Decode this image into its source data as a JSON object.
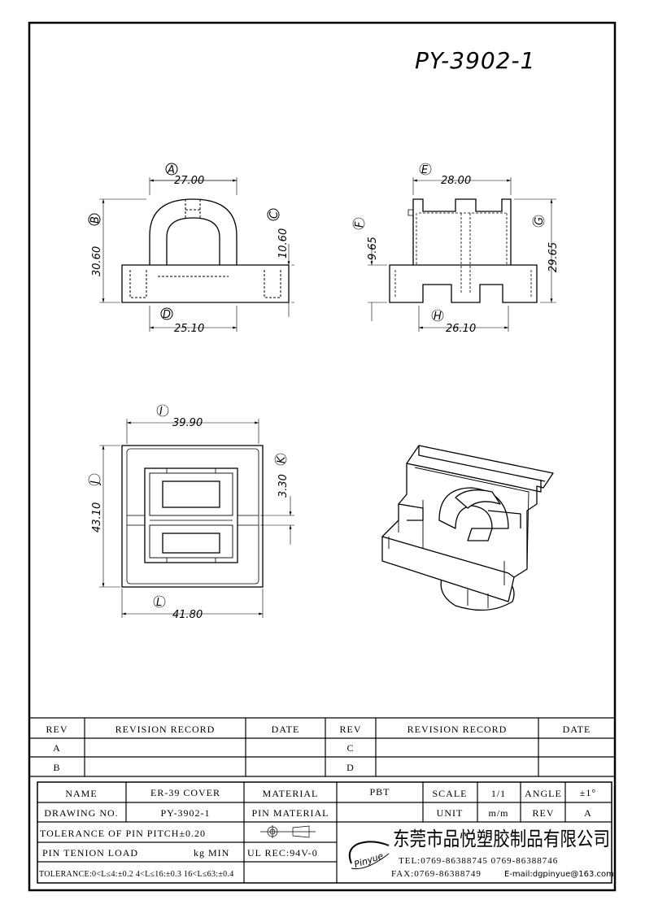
{
  "drawing_title": "PY-3902-1",
  "front_view": {
    "A": {
      "label": "A",
      "value": "27.00"
    },
    "B": {
      "label": "B",
      "value": "30.60"
    },
    "C": {
      "label": "C",
      "value": "10.60"
    },
    "D": {
      "label": "D",
      "value": "25.10"
    }
  },
  "side_view": {
    "E": {
      "label": "E",
      "value": "28.00"
    },
    "F": {
      "label": "F",
      "value": "9.65"
    },
    "G": {
      "label": "G",
      "value": "29.65"
    },
    "H": {
      "label": "H",
      "value": "26.10"
    }
  },
  "top_view": {
    "I": {
      "label": "I",
      "value": "39.90"
    },
    "J": {
      "label": "J",
      "value": "43.10"
    },
    "K": {
      "label": "K",
      "value": "3.30"
    },
    "L": {
      "label": "L",
      "value": "41.80"
    }
  },
  "revision_table": {
    "headers": [
      "REV",
      "REVISION RECORD",
      "DATE",
      "REV",
      "REVISION RECORD",
      "DATE"
    ],
    "rows": [
      [
        "A",
        "",
        "",
        "C",
        "",
        ""
      ],
      [
        "B",
        "",
        "",
        "D",
        "",
        ""
      ]
    ]
  },
  "title_block": {
    "name_label": "NAME",
    "name_value": "ER-39 COVER",
    "material_label": "MATERIAL",
    "material_value": "PBT",
    "scale_label": "SCALE",
    "scale_value": "1/1",
    "angle_label": "ANGLE",
    "angle_value": "±1°",
    "drawing_no_label": "DRAWING NO.",
    "drawing_no_value": "PY-3902-1",
    "pin_material_label": "PIN MATERIAL",
    "pin_material_value": "",
    "unit_label": "UNIT",
    "unit_value": "m/m",
    "rev_label": "REV",
    "rev_value": "A",
    "pin_pitch_tolerance": "TOLERANCE OF PIN PITCH±0.20",
    "pin_tension_load": "PIN TENION LOAD",
    "pin_tension_unit": "kg MIN",
    "ul_rec": "UL REC:94V-0",
    "tolerance": "TOLERANCE:0<L≤4:±0.2  4<L≤16:±0.3  16<L≤63:±0.4",
    "company": {
      "logo_text": "Pinyue",
      "name": "东莞市品悦塑胶制品有限公司",
      "tel": "TEL:0769-86388745    0769-86388746",
      "fax": "FAX:0769-86388749",
      "email": "E-mail:dgpinyue@163.com"
    }
  }
}
